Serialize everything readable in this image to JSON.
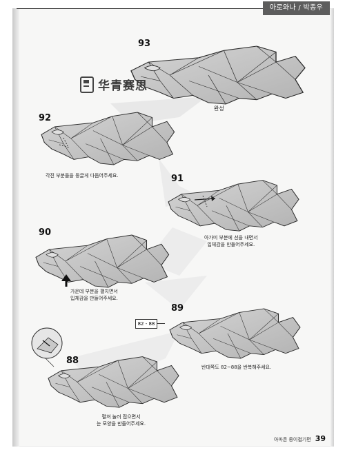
{
  "header": {
    "tab_label": "아로와나 / 박종우"
  },
  "watermark": {
    "text": "华青赛思"
  },
  "steps": [
    {
      "number": "93",
      "caption": "완성"
    },
    {
      "number": "92",
      "caption": "각진 부분들을 둥글게 다듬어주세요."
    },
    {
      "number": "91",
      "caption_lines": [
        "아가미 부분에 선을 내면서",
        "입체감을 만들어주세요."
      ]
    },
    {
      "number": "90",
      "caption_lines": [
        "가운데 부분을 펼치면서",
        "입체감을 만들어주세요."
      ]
    },
    {
      "number": "89",
      "caption": "반대쪽도 82~88을 반복해주세요.",
      "reference": "82 - 88"
    },
    {
      "number": "88",
      "caption_lines": [
        "펼쳐 눌러 접으면서",
        "눈 모양을 만들어주세요."
      ]
    }
  ],
  "footer": {
    "book_title": "아마존 종이접기편",
    "page_number": "39"
  },
  "colors": {
    "paper": "#c9c9c9",
    "paper_dark": "#a9a9a9",
    "line": "#2b2b2b",
    "header_tab": "#5d5d5d"
  }
}
